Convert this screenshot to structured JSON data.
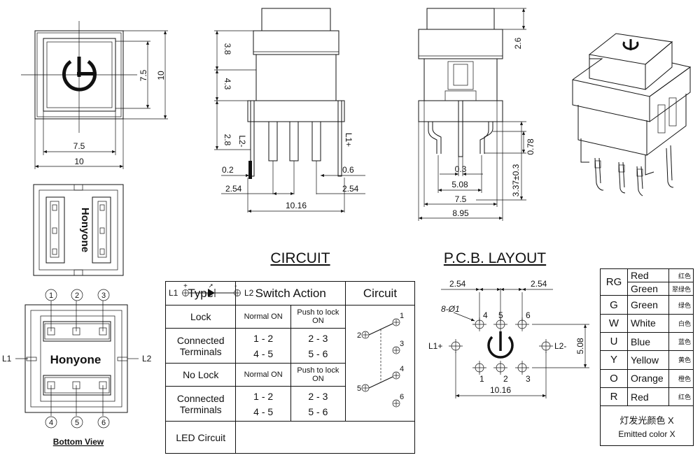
{
  "drawing": {
    "top_view": {
      "dim_inner_h": "7.5",
      "dim_outer_h": "10",
      "dim_inner_w": "7.5",
      "dim_outer_w": "10"
    },
    "side_view": {
      "dim_cap": "3.8",
      "dim_body": "4.3",
      "dim_pin": "2.8",
      "dim_pin_left": "0.2",
      "dim_pin_right": "0.6",
      "dim_pitch_left": "2.54",
      "dim_pitch_right": "2.54",
      "dim_span": "10.16",
      "pin_left_label": "L2-",
      "pin_right_label": "L1+"
    },
    "front_view": {
      "dim_cap": "2.6",
      "dim_pin_w": "0.3",
      "dim_pin_pitch": "5.08",
      "dim_body_w": "7.5",
      "dim_total_w": "8.95",
      "dim_lead": "0.78",
      "dim_lead_h": "3.37±0.3"
    },
    "brand": "Honyone",
    "bottom_view": {
      "title": "Bottom View",
      "pins_top": [
        "1",
        "2",
        "3"
      ],
      "pins_bottom": [
        "4",
        "5",
        "6"
      ],
      "side_left": "L1",
      "side_right": "L2"
    }
  },
  "circuit": {
    "title": "CIRCUIT",
    "headers": {
      "type": "Type",
      "switch_action": "Switch Action",
      "circuit": "Circuit"
    },
    "rows": {
      "lock": "Lock",
      "lock_normal": "Normal ON",
      "lock_push": "Push to lock ON",
      "connected_1": "Connected Terminals",
      "c1_a": "1 - 2",
      "c1_b": "2 - 3",
      "c1_c": "4 - 5",
      "c1_d": "5 - 6",
      "no_lock": "No Lock",
      "nolock_normal": "Normal ON",
      "nolock_push": "Push to lock ON",
      "connected_2": "Connected Terminals",
      "c2_a": "1 - 2",
      "c2_b": "2 - 3",
      "c2_c": "4 - 5",
      "c2_d": "5 - 6",
      "led_circuit": "LED Circuit",
      "led_l1": "L1",
      "led_l2": "L2",
      "led_plus": "+",
      "led_minus": "-"
    },
    "schematic_nodes": [
      "1",
      "2",
      "3",
      "4",
      "5",
      "6"
    ]
  },
  "pcb": {
    "title": "P.C.B. LAYOUT",
    "dim_left": "2.54",
    "dim_right": "2.54",
    "hole": "8-Ø1",
    "dim_span": "10.16",
    "dim_height": "5.08",
    "pin_top": [
      "4",
      "5",
      "6"
    ],
    "pin_bottom": [
      "1",
      "2",
      "3"
    ],
    "side_left": "L1+",
    "side_right": "L2-"
  },
  "colors": {
    "rows": [
      {
        "code": "RG",
        "name": "Red",
        "cn": "红色"
      },
      {
        "code": "",
        "name": "Green",
        "cn": "翠绿色"
      },
      {
        "code": "G",
        "name": "Green",
        "cn": "绿色"
      },
      {
        "code": "W",
        "name": "White",
        "cn": "白色"
      },
      {
        "code": "U",
        "name": "Blue",
        "cn": "蓝色"
      },
      {
        "code": "Y",
        "name": "Yellow",
        "cn": "黄色"
      },
      {
        "code": "O",
        "name": "Orange",
        "cn": "橙色"
      },
      {
        "code": "R",
        "name": "Red",
        "cn": "红色"
      }
    ],
    "footer_cn": "灯发光颜色 X",
    "footer_en": "Emitted color X"
  }
}
